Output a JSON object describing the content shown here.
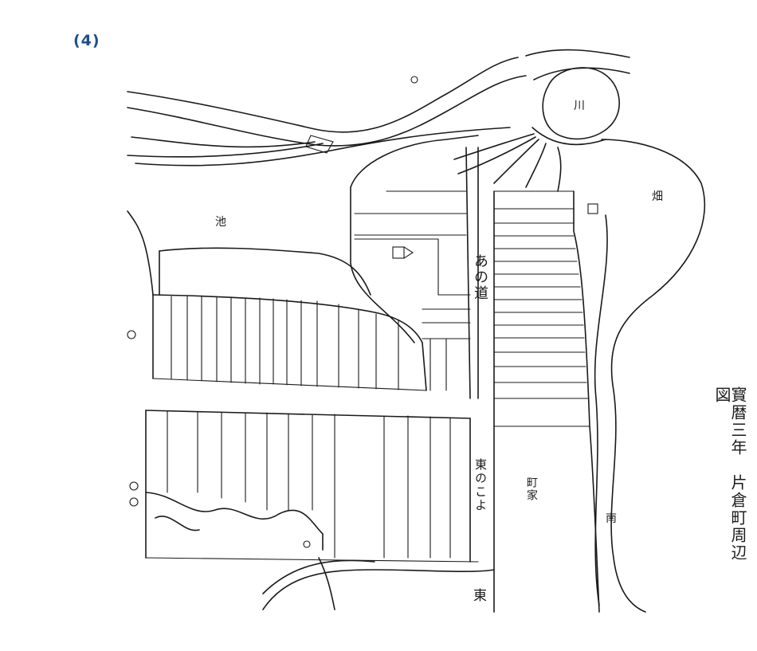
{
  "figure": {
    "label": "(4)"
  },
  "map": {
    "title": "寳暦三年　片倉町周辺図",
    "labels": {
      "road_main": "あの道",
      "road_lower": "東のこよ",
      "east": "東",
      "south_edge": "南",
      "west_pond": "池",
      "field_east": "畑",
      "river_top": "川",
      "town_side": "町家"
    }
  }
}
